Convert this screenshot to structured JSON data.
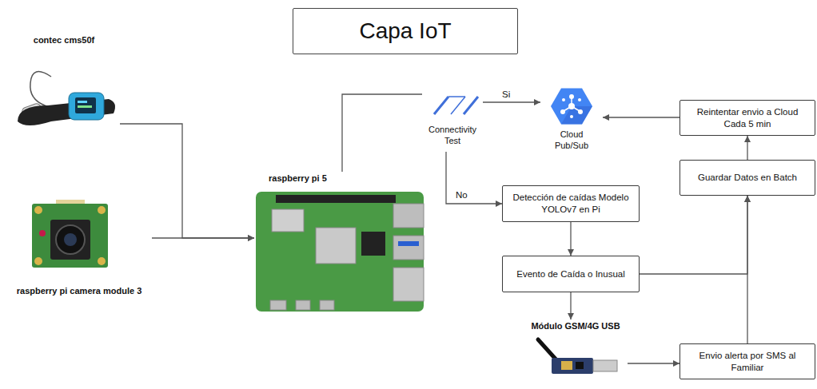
{
  "diagram": {
    "title": "Capa IoT",
    "nodes": [
      {
        "text": [
          "contec cms50f"
        ]
      },
      {
        "text": [
          "raspberry pi camera module 3"
        ]
      },
      {
        "text": [
          "raspberry pi 5"
        ]
      },
      {
        "text": [
          "Connectivity Test"
        ]
      },
      {
        "text": [
          "Cloud Pub/Sub"
        ]
      },
      {
        "text": [
          "Reintentar envio a Cloud Cada 5 min"
        ]
      },
      {
        "text": [
          "Guardar Datos en Batch"
        ]
      },
      {
        "text": [
          "Detección de caídas Modelo YOLOv7 en Pi"
        ]
      },
      {
        "text": [
          "Evento de Caída o Inusual"
        ]
      },
      {
        "text": [
          "Módulo GSM/4G USB"
        ]
      },
      {
        "text": [
          "Envio alerta por SMS al Familiar"
        ]
      }
    ],
    "edges": [
      {
        "from": 0,
        "to": 2,
        "arrow": "to"
      },
      {
        "from": 1,
        "to": 2,
        "arrow": "to"
      },
      {
        "from": 2,
        "to": 3,
        "arrow": "none"
      },
      {
        "from": 3,
        "to": 4,
        "label": "Si",
        "arrow": "to"
      },
      {
        "from": 3,
        "to": 7,
        "label": "No",
        "arrow": "to"
      },
      {
        "from": 7,
        "to": 8,
        "arrow": "to"
      },
      {
        "from": 8,
        "to": 9,
        "arrow": "to"
      },
      {
        "from": 8,
        "to": 6,
        "arrow": "to"
      },
      {
        "from": 9,
        "to": 10,
        "arrow": "to"
      },
      {
        "from": 10,
        "to": 6,
        "arrow": "to"
      },
      {
        "from": 6,
        "to": 5,
        "arrow": "to"
      },
      {
        "from": 5,
        "to": 4,
        "arrow": "to"
      }
    ]
  }
}
